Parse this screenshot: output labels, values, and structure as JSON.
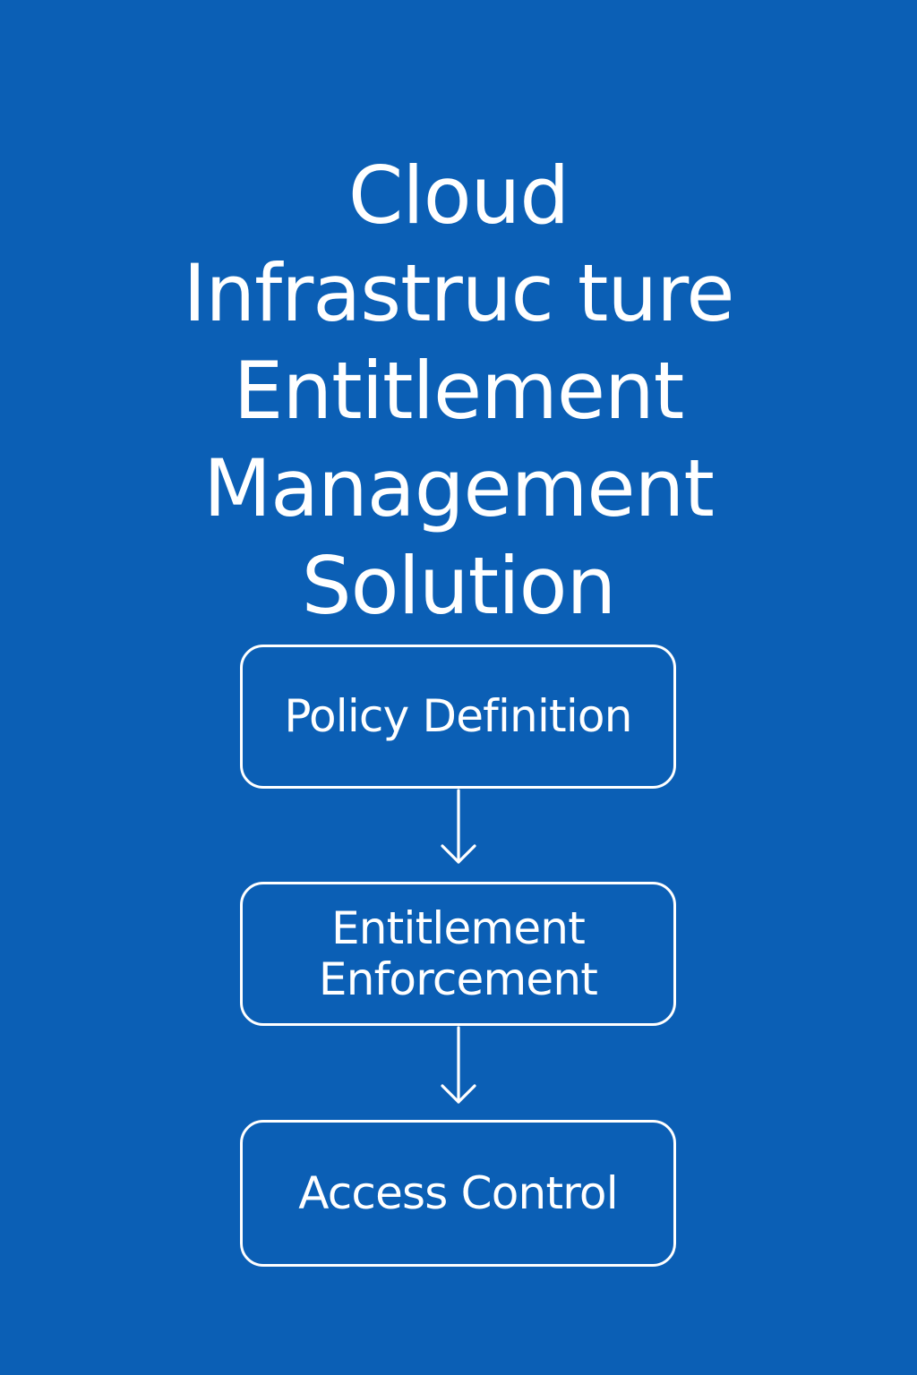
{
  "title": {
    "lines": [
      "Cloud",
      "Infrastruc ture",
      "Entitlement",
      "Management",
      "Solution"
    ]
  },
  "flow": {
    "steps": [
      {
        "label_lines": [
          "Policy Definition"
        ]
      },
      {
        "label_lines": [
          "Entitlement",
          "Enforcement"
        ]
      },
      {
        "label_lines": [
          "Access Control"
        ]
      }
    ]
  },
  "colors": {
    "background": "#0b5fb5",
    "foreground": "#ffffff"
  }
}
